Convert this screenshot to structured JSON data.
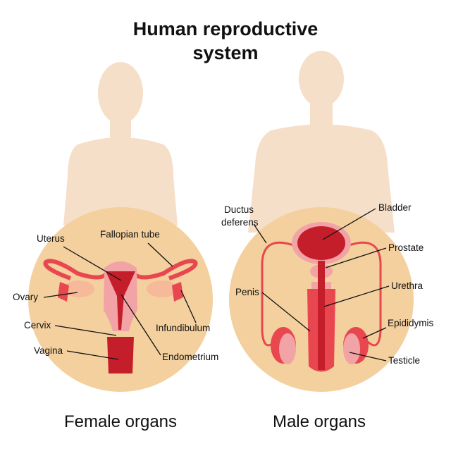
{
  "title_line1": "Human reproductive",
  "title_line2": "system",
  "female": {
    "caption": "Female organs",
    "labels": {
      "uterus": "Uterus",
      "fallopian_tube": "Fallopian tube",
      "ovary": "Ovary",
      "infundibulum": "Infundibulum",
      "cervix": "Cervix",
      "vagina": "Vagina",
      "endometrium": "Endometrium"
    }
  },
  "male": {
    "caption": "Male organs",
    "labels": {
      "ductus_1": "Ductus",
      "ductus_2": "deferens",
      "bladder": "Bladder",
      "prostate": "Prostate",
      "urethra": "Urethra",
      "penis": "Penis",
      "epididymis": "Epididymis",
      "testicle": "Testicle"
    }
  },
  "colors": {
    "skin": "#f6dfc8",
    "circle": "#f3d09e",
    "red": "#e8474f",
    "darkred": "#c41e2a",
    "pink": "#f2a3a6"
  }
}
